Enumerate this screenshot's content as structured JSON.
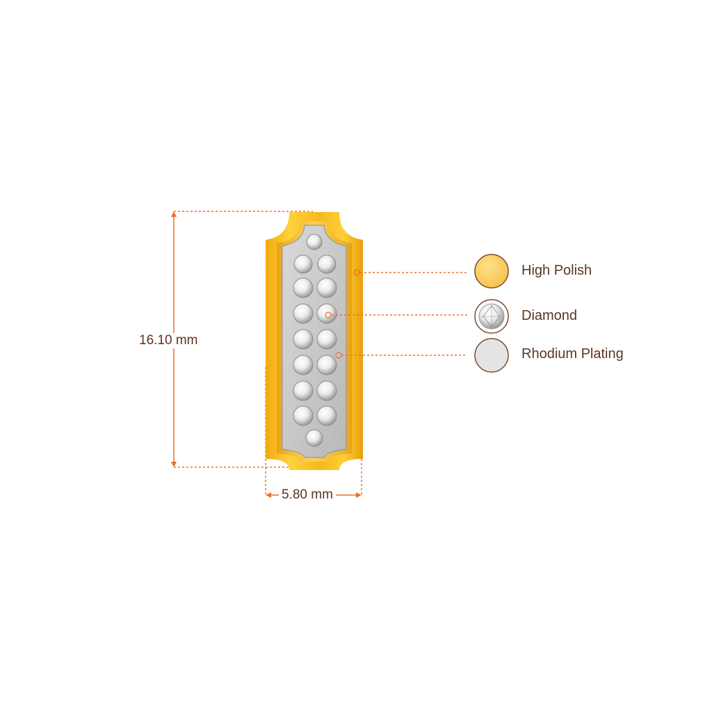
{
  "dimensions": {
    "height": "16.10 mm",
    "width": "5.80 mm"
  },
  "legend": [
    {
      "label": "High Polish",
      "swatch": "gold"
    },
    {
      "label": "Diamond",
      "swatch": "diamond"
    },
    {
      "label": "Rhodium Plating",
      "swatch": "rhodium"
    }
  ],
  "colors": {
    "leader_lines": "#e8702a",
    "label_text": "#5b3521",
    "gold": "#f6b81a",
    "gold_light": "#fbd34c",
    "rhodium": "#e4e4e4",
    "swatch_border": "#7a4a30"
  },
  "icons": {
    "product": "diamond-pave-earring-image",
    "swatch_gold": "gold-swatch-icon",
    "swatch_diamond": "diamond-swatch-icon",
    "swatch_rhodium": "rhodium-swatch-icon"
  }
}
